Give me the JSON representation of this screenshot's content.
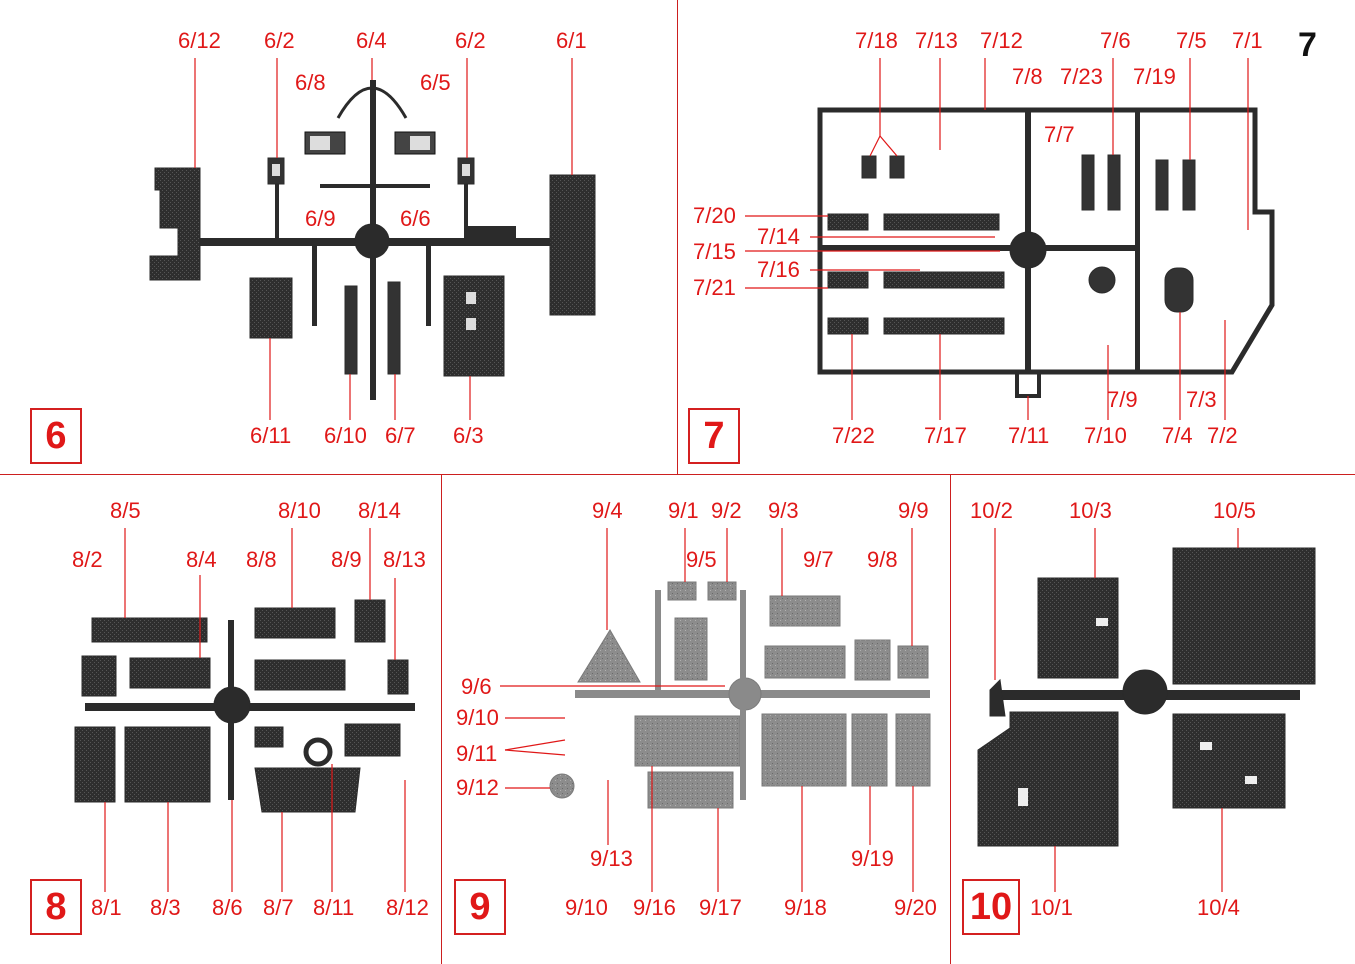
{
  "page_number": "7",
  "colors": {
    "label": "#e01818",
    "divider": "#cc1f1f",
    "sprue": "#2b2b2b",
    "light_sprue": "#8a8a8a"
  },
  "panels": {
    "p6": {
      "number": "6",
      "labels": {
        "l6_12": "6/12",
        "l6_2a": "6/2",
        "l6_4": "6/4",
        "l6_2b": "6/2",
        "l6_1": "6/1",
        "l6_8": "6/8",
        "l6_5": "6/5",
        "l6_9": "6/9",
        "l6_6": "6/6",
        "l6_11": "6/11",
        "l6_10": "6/10",
        "l6_7": "6/7",
        "l6_3": "6/3"
      }
    },
    "p7": {
      "number": "7",
      "labels": {
        "l7_18": "7/18",
        "l7_13": "7/13",
        "l7_12": "7/12",
        "l7_6": "7/6",
        "l7_5": "7/5",
        "l7_1": "7/1",
        "l7_8": "7/8",
        "l7_23": "7/23",
        "l7_19": "7/19",
        "l7_7": "7/7",
        "l7_20": "7/20",
        "l7_14": "7/14",
        "l7_15": "7/15",
        "l7_16": "7/16",
        "l7_21": "7/21",
        "l7_9": "7/9",
        "l7_3": "7/3",
        "l7_22": "7/22",
        "l7_17": "7/17",
        "l7_11": "7/11",
        "l7_10": "7/10",
        "l7_4": "7/4",
        "l7_2": "7/2"
      }
    },
    "p8": {
      "number": "8",
      "labels": {
        "l8_5": "8/5",
        "l8_10": "8/10",
        "l8_14": "8/14",
        "l8_2": "8/2",
        "l8_4": "8/4",
        "l8_8": "8/8",
        "l8_9": "8/9",
        "l8_13": "8/13",
        "l8_1": "8/1",
        "l8_3": "8/3",
        "l8_6": "8/6",
        "l8_7": "8/7",
        "l8_11": "8/11",
        "l8_12": "8/12"
      }
    },
    "p9": {
      "number": "9",
      "labels": {
        "l9_4": "9/4",
        "l9_1": "9/1",
        "l9_2": "9/2",
        "l9_3": "9/3",
        "l9_9": "9/9",
        "l9_5": "9/5",
        "l9_7": "9/7",
        "l9_8": "9/8",
        "l9_6": "9/6",
        "l9_10a": "9/10",
        "l9_11": "9/11",
        "l9_12": "9/12",
        "l9_13": "9/13",
        "l9_19": "9/19",
        "l9_10b": "9/10",
        "l9_16": "9/16",
        "l9_17": "9/17",
        "l9_18": "9/18",
        "l9_20": "9/20"
      }
    },
    "p10": {
      "number": "10",
      "labels": {
        "l10_2": "10/2",
        "l10_3": "10/3",
        "l10_5": "10/5",
        "l10_1": "10/1",
        "l10_4": "10/4"
      }
    }
  }
}
